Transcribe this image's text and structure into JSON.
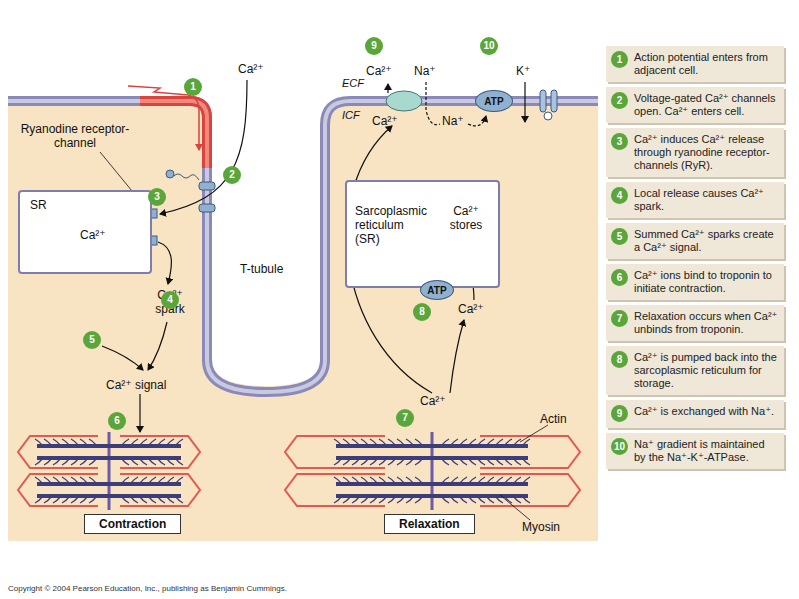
{
  "diagram": {
    "nodes": [
      {
        "text": [
          "SR",
          "Ca²⁺"
        ]
      },
      {
        "text": [
          "Sarcoplasmic reticulum (SR)",
          "Ca²⁺ stores"
        ]
      },
      {
        "text": [
          "ATP"
        ]
      },
      {
        "text": [
          "ATP"
        ]
      },
      {
        "text": [
          "Contraction"
        ]
      },
      {
        "text": [
          "Relaxation"
        ]
      },
      {
        "text": [
          "1",
          "Action potential enters from adjacent cell."
        ]
      },
      {
        "text": [
          "2",
          "Voltage-gated Ca²⁺ channels open. Ca²⁺ enters cell."
        ]
      },
      {
        "text": [
          "3",
          "Ca²⁺ induces Ca²⁺ release through ryanodine receptor-channels (RyR)."
        ]
      },
      {
        "text": [
          "4",
          "Local release causes Ca²⁺ spark."
        ]
      },
      {
        "text": [
          "5",
          "Summed Ca²⁺ sparks create a Ca²⁺ signal."
        ]
      },
      {
        "text": [
          "6",
          "Ca²⁺ ions bind to troponin to initiate contraction."
        ]
      },
      {
        "text": [
          "7",
          "Relaxation occurs when Ca²⁺ unbinds from troponin."
        ]
      },
      {
        "text": [
          "8",
          "Ca²⁺ is pumped back into the sarcoplasmic reticulum for storage."
        ]
      },
      {
        "text": [
          "9",
          "Ca²⁺ is exchanged with Na⁺."
        ]
      },
      {
        "text": [
          "10",
          "Na⁺ gradient is maintained by the Na⁺-K⁺-ATPase."
        ]
      }
    ],
    "labels": [
      "1",
      "Ca²⁺",
      "Ryanodine receptor-channel",
      "2",
      "3",
      "Ca²⁺ spark",
      "4",
      "5",
      "Ca²⁺ signal",
      "6",
      "T-tubule",
      "9",
      "Ca²⁺",
      "Na⁺",
      "10",
      "K⁺",
      "ECF",
      "ICF",
      "Ca²⁺",
      "Na⁺",
      "Ca²⁺",
      "8",
      "Ca²⁺",
      "7",
      "Actin",
      "Myosin",
      "Copyright © 2004 Pearson Education, Inc., publishing as Benjamin Cummings."
    ]
  }
}
